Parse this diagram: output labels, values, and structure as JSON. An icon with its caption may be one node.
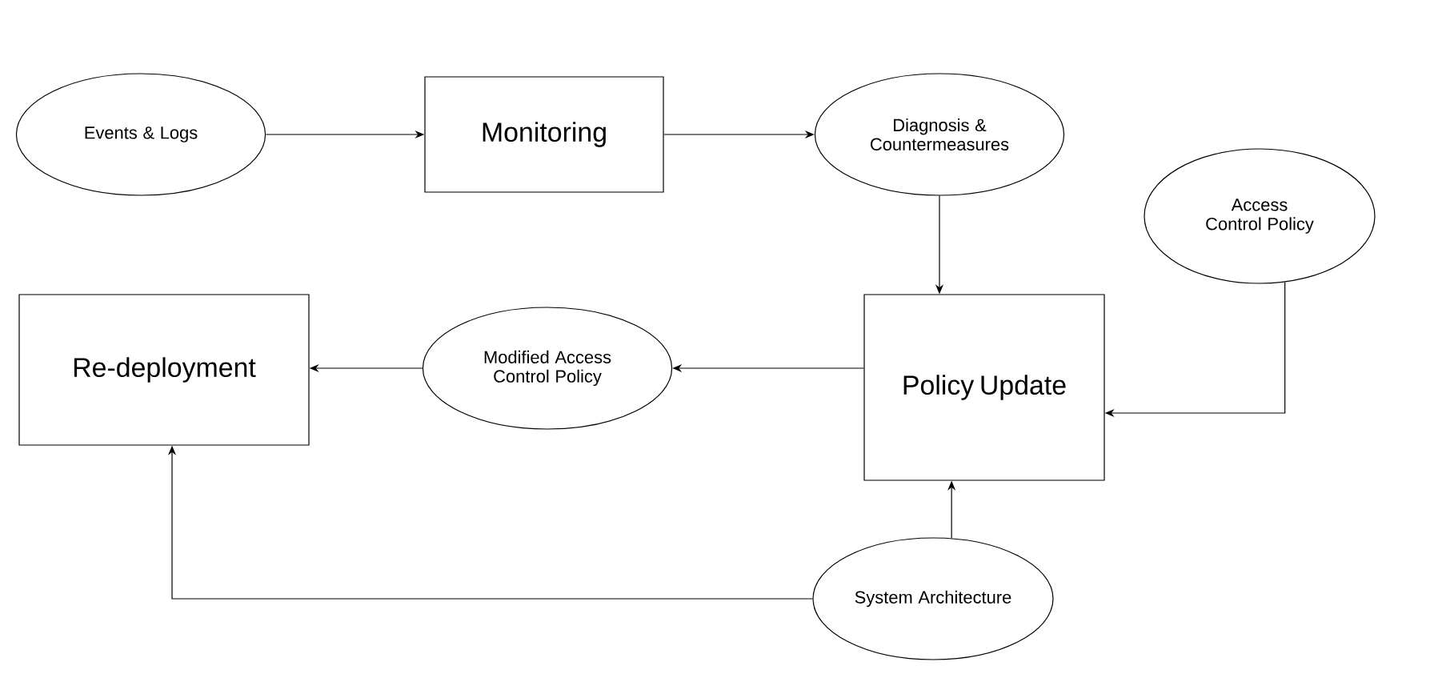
{
  "diagram": {
    "nodes": [
      {
        "text": [
          "Events & Logs"
        ]
      },
      {
        "text": [
          "Monitoring"
        ]
      },
      {
        "text": [
          "Diagnosis & Countermeasures"
        ]
      },
      {
        "text": [
          "Access Control Policy"
        ]
      },
      {
        "text": [
          "Policy Update"
        ]
      },
      {
        "text": [
          "Modified Access Control Policy"
        ]
      },
      {
        "text": [
          "Re-deployment"
        ]
      },
      {
        "text": [
          "System Architecture"
        ]
      }
    ],
    "edges": [
      {
        "from": 0,
        "to": 1,
        "arrow": "to"
      },
      {
        "from": 1,
        "to": 2,
        "arrow": "to"
      },
      {
        "from": 2,
        "to": 4,
        "arrow": "to"
      },
      {
        "from": 3,
        "to": 4,
        "arrow": "to"
      },
      {
        "from": 4,
        "to": 5,
        "arrow": "to"
      },
      {
        "from": 5,
        "to": 6,
        "arrow": "to"
      },
      {
        "from": 7,
        "to": 4,
        "arrow": "to"
      },
      {
        "from": 7,
        "to": 6,
        "arrow": "to"
      }
    ]
  }
}
